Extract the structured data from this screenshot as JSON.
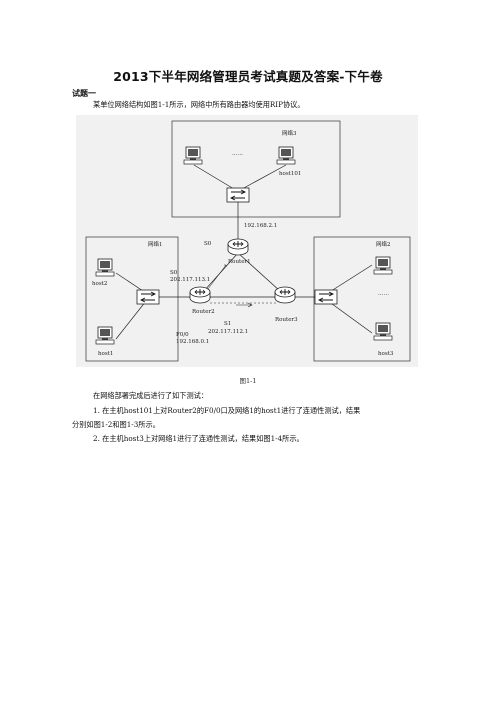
{
  "doc": {
    "title": "2013下半年网络管理员考试真题及答案-下午卷",
    "question_label": "试题一",
    "intro": "某单位网络结构如图1-1所示，网络中所有路由器均使用RIP协议。",
    "caption": "图1-1",
    "para1": "在网络部署完成后进行了如下测试：",
    "item1_line1": "1. 在主机host101上对Router2的F0/0口及网络1的host1进行了连通性测试，结果",
    "item1_line2": "分别如图1-2和图1-3所示。",
    "item2": "2. 在主机host3上对网络1进行了连通性测试，结果如图1-4所示。"
  },
  "figure": {
    "network1": "网络1",
    "network2": "网络2",
    "network3": "网络3",
    "router1": "Router1",
    "router2": "Router2",
    "router3": "Router3",
    "host1": "host1",
    "host2": "host2",
    "host3": "host3",
    "host101": "host101",
    "ip_r1": "192.168.2.1",
    "s0_r1": "S0",
    "s0_r2": "S0",
    "ip_s0": "202.117.113.1",
    "s1": "S1",
    "ip_s1": "202.117.112.1",
    "f00": "F0/0",
    "ip_f00": "192.168.0.1",
    "dots": "……"
  }
}
